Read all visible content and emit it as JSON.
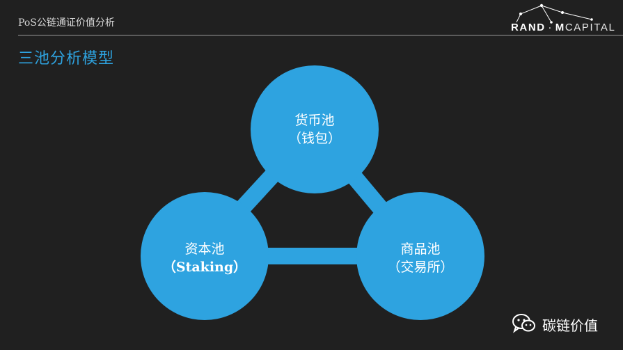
{
  "header": {
    "title": "PoS公链通证价值分析"
  },
  "logo": {
    "part1": "RAND",
    "part2": "M",
    "part3": "CAPITAL"
  },
  "section_title": "三池分析模型",
  "nodes": [
    {
      "id": "money_pool",
      "line1": "货币池",
      "line2": "（钱包）"
    },
    {
      "id": "capital_pool",
      "line1": "资本池",
      "line2": "（Staking）"
    },
    {
      "id": "commodity_pool",
      "line1": "商品池",
      "line2": "（交易所）"
    }
  ],
  "colors": {
    "background": "#202020",
    "circle": "#2ea3e0",
    "title_accent": "#2ea3e0"
  },
  "watermark": {
    "text": "碳链价值",
    "icon": "wechat-icon"
  }
}
